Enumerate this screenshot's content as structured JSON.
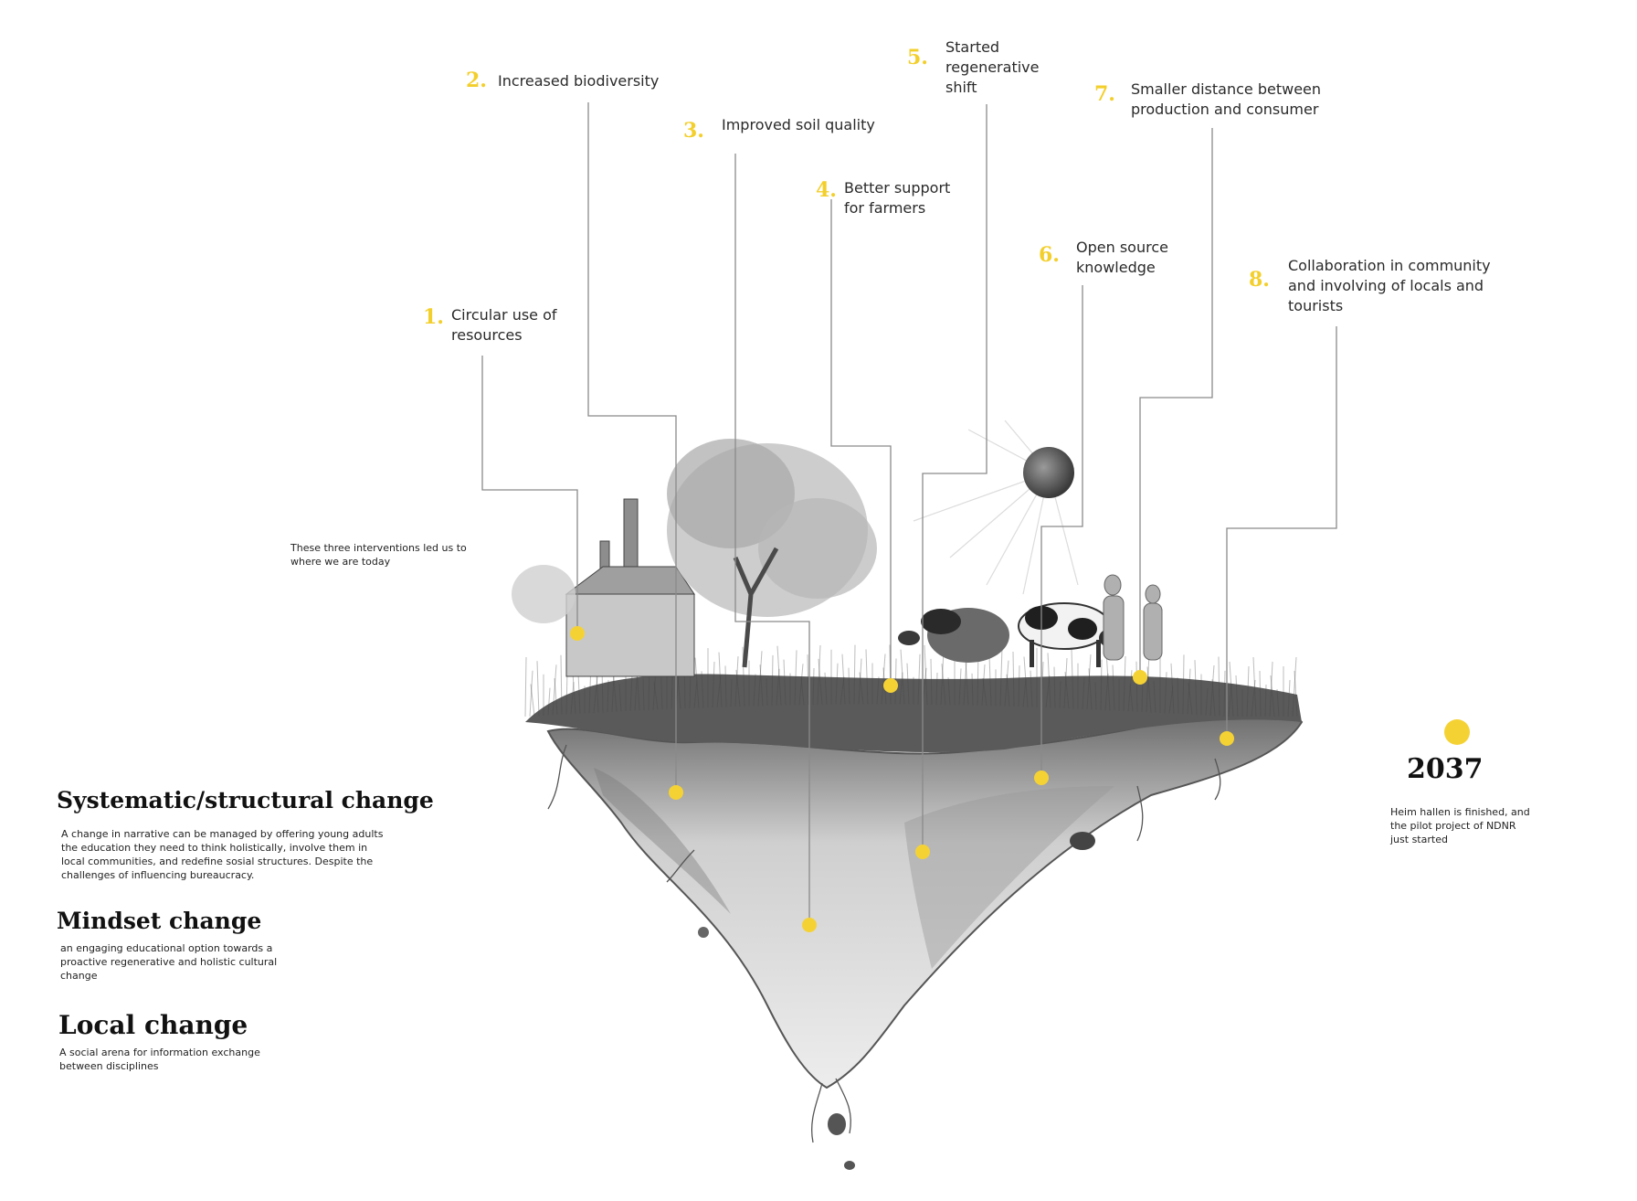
{
  "colors": {
    "accent": "#f5d234",
    "line": "#8a8a8a",
    "text": "#2a2a2a"
  },
  "outcomes": [
    {
      "num": "1.",
      "lines": [
        "Circular use of",
        "resources"
      ]
    },
    {
      "num": "2.",
      "lines": [
        "Increased biodiversity"
      ]
    },
    {
      "num": "3.",
      "lines": [
        "Improved soil quality"
      ]
    },
    {
      "num": "4.",
      "lines": [
        "Better support",
        "for farmers"
      ]
    },
    {
      "num": "5.",
      "lines": [
        "Started",
        "regenerative",
        "shift"
      ]
    },
    {
      "num": "6.",
      "lines": [
        "Open source",
        "knowledge"
      ]
    },
    {
      "num": "7.",
      "lines": [
        "Smaller distance between",
        "production and consumer"
      ]
    },
    {
      "num": "8.",
      "lines": [
        "Collaboration  in community",
        "and involving of locals and",
        "tourists"
      ]
    }
  ],
  "intro_note": [
    "These three interventions led us to",
    "where we are today"
  ],
  "changes": [
    {
      "title": "Systematic/structural change",
      "lines": [
        "A change in narrative can be managed by offering young adults",
        "the education they need to think holistically, involve them in",
        "local communities, and redefine sosial structures.  Despite the",
        "challenges of influencing bureaucracy."
      ]
    },
    {
      "title": "Mindset change",
      "lines": [
        "an engaging educational option towards a",
        "proactive regenerative and holistic cultural",
        "change"
      ]
    },
    {
      "title": "Local change",
      "lines": [
        "A social arena for information exchange",
        "between disciplines"
      ]
    }
  ],
  "milestone": {
    "year": "2037",
    "lines": [
      "Heim hallen is finished, and",
      "the pilot project of NDNR",
      "just started"
    ]
  }
}
